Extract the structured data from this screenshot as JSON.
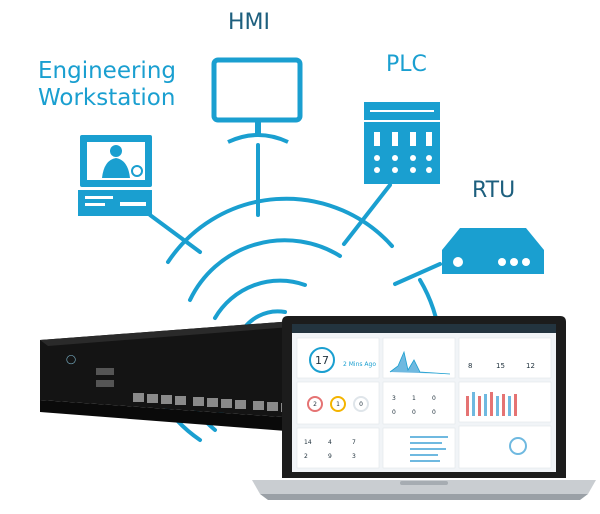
{
  "labels": {
    "engineering_workstation": "Engineering\nWorkstation",
    "hmi": "HMI",
    "plc": "PLC",
    "rtu": "RTU"
  },
  "dashboard": {
    "big_number": "17",
    "time_text": "2 Mins Ago",
    "stats_a": [
      "3",
      "1",
      "0",
      "0",
      "0",
      "0"
    ],
    "stats_b": [
      "14",
      "4",
      "7",
      "2",
      "9",
      "3"
    ],
    "counters": [
      "8",
      "15",
      "12"
    ],
    "gauges": [
      "2",
      "1",
      "0"
    ]
  },
  "colors": {
    "accent": "#1a9fd0",
    "dark_label": "#1d5f7e",
    "device": "#111111"
  },
  "icons": [
    "engineering-workstation-icon",
    "hmi-monitor-icon",
    "plc-rack-icon",
    "rtu-device-icon",
    "network-appliance",
    "laptop"
  ]
}
